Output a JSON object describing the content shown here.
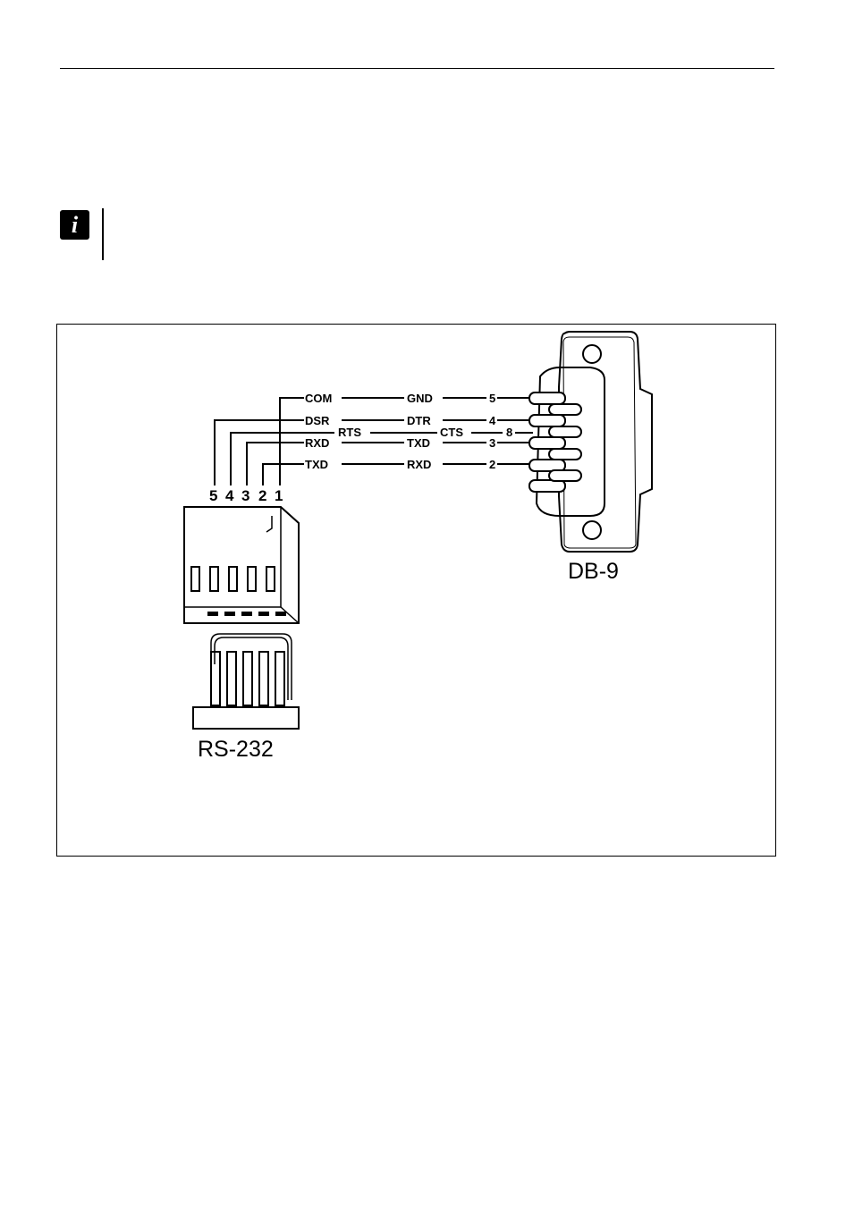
{
  "diagram": {
    "connector_left": "RS-232",
    "connector_right": "DB-9",
    "left_pins": [
      "5",
      "4",
      "3",
      "2",
      "1"
    ],
    "wires": [
      {
        "left_signal": "COM",
        "right_signal": "GND",
        "db9_pin": "5"
      },
      {
        "left_signal": "DSR",
        "right_signal": "DTR",
        "db9_pin": "4"
      },
      {
        "left_signal": "RTS",
        "right_signal": "CTS",
        "db9_pin": "8"
      },
      {
        "left_signal": "RXD",
        "right_signal": "TXD",
        "db9_pin": "3"
      },
      {
        "left_signal": "TXD",
        "right_signal": "RXD",
        "db9_pin": "2"
      }
    ]
  },
  "colors": {
    "ink": "#000000",
    "paper": "#ffffff"
  },
  "icons": {
    "note": "info-icon"
  }
}
